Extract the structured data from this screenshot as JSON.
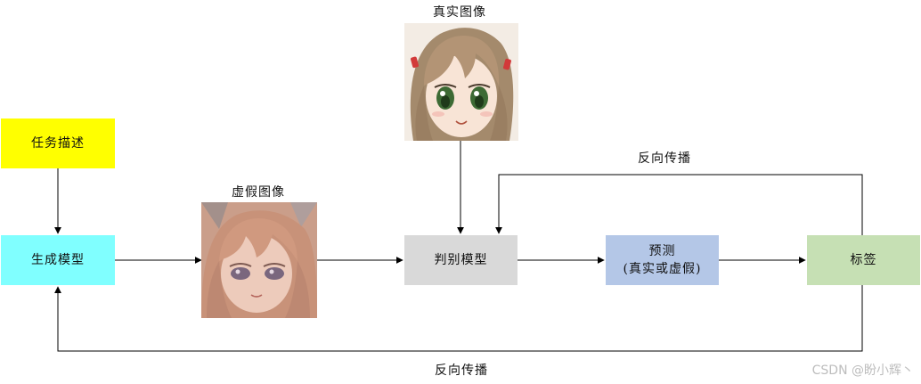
{
  "nodes": {
    "task": {
      "label": "任务描述",
      "color": "#ffff00"
    },
    "generator": {
      "label": "生成模型",
      "color": "#80ffff"
    },
    "discriminator": {
      "label": "判别模型",
      "color": "#d9d9d9"
    },
    "prediction": {
      "line1": "预测",
      "line2": "(真实或虚假)",
      "color": "#b4c7e7"
    },
    "tag": {
      "label": "标签",
      "color": "#c6e0b4"
    }
  },
  "images": {
    "real": {
      "caption": "真实图像"
    },
    "fake": {
      "caption": "虚假图像"
    }
  },
  "edges": {
    "backprop_top": "反向传播",
    "backprop_bottom": "反向传播"
  },
  "watermark": "CSDN @盼小辉丶"
}
